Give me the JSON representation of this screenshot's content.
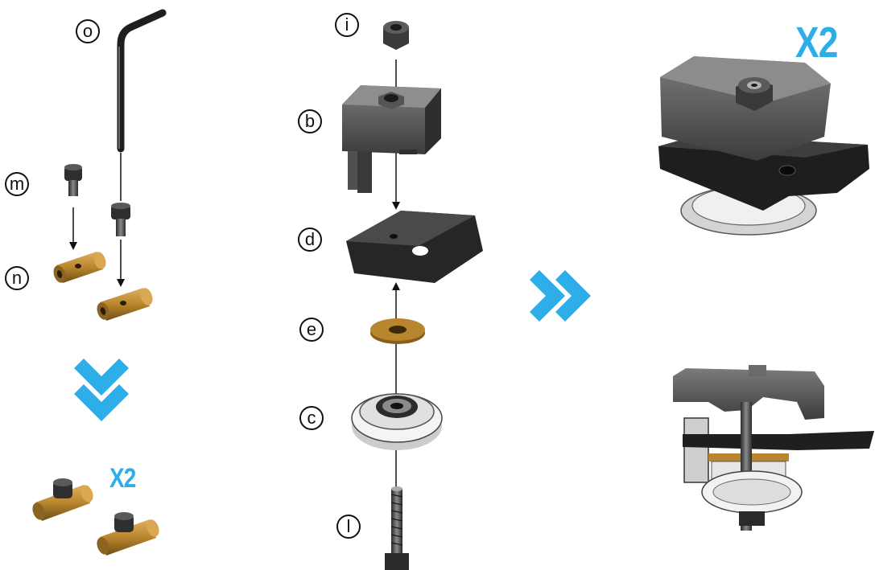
{
  "labels": {
    "o": "o",
    "m": "m",
    "n": "n",
    "i": "i",
    "b": "b",
    "d": "d",
    "e": "e",
    "c": "c",
    "l": "l"
  },
  "quantities": {
    "assembled_unit": "X2",
    "screw_assembly": "X2"
  },
  "colors": {
    "accent": "#2eaee8",
    "metal_dark": "#3a3a3a",
    "brass": "#b8862e",
    "nylon": "#f1f1f1"
  },
  "icons": {
    "down": "double-chevron-down-icon",
    "right": "double-chevron-right-icon"
  }
}
